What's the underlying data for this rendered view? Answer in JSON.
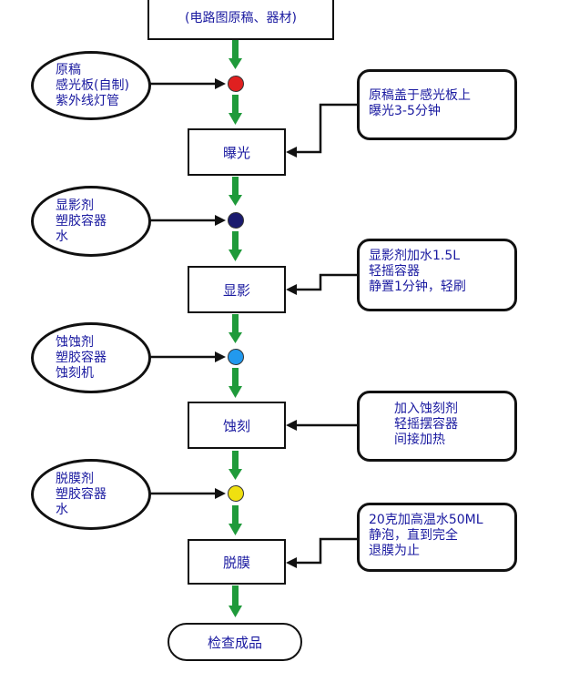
{
  "top_box": "(电路图原稿、器材)",
  "steps": [
    {
      "label": "曝光"
    },
    {
      "label": "显影"
    },
    {
      "label": "蚀刻"
    },
    {
      "label": "脱膜"
    }
  ],
  "final": "检查成品",
  "inputs": [
    {
      "lines": [
        "原稿",
        "感光板(自制)",
        "紫外线灯管"
      ],
      "dot_color": "#e02020"
    },
    {
      "lines": [
        "显影剂",
        "塑胶容器",
        "水"
      ],
      "dot_color": "#1a1a6e"
    },
    {
      "lines": [
        "蚀蚀剂",
        "塑胶容器",
        "蚀刻机"
      ],
      "dot_color": "#2299ee"
    },
    {
      "lines": [
        "脱膜剂",
        "塑胶容器",
        "水"
      ],
      "dot_color": "#f0e010"
    }
  ],
  "notes": [
    {
      "lines": [
        "原稿盖于感光板上",
        "曝光3-5分钟"
      ]
    },
    {
      "lines": [
        "显影剂加水1.5L",
        "轻摇容器",
        "静置1分钟，轻刷"
      ]
    },
    {
      "lines": [
        "加入蚀刻剂",
        "轻摇摆容器",
        "间接加热"
      ]
    },
    {
      "lines": [
        "20克加高温水50ML",
        "静泡，直到完全",
        "退膜为止"
      ]
    }
  ],
  "colors": {
    "arrow": "#1f9a3a",
    "text": "#1a1aa0",
    "border": "#111111"
  }
}
